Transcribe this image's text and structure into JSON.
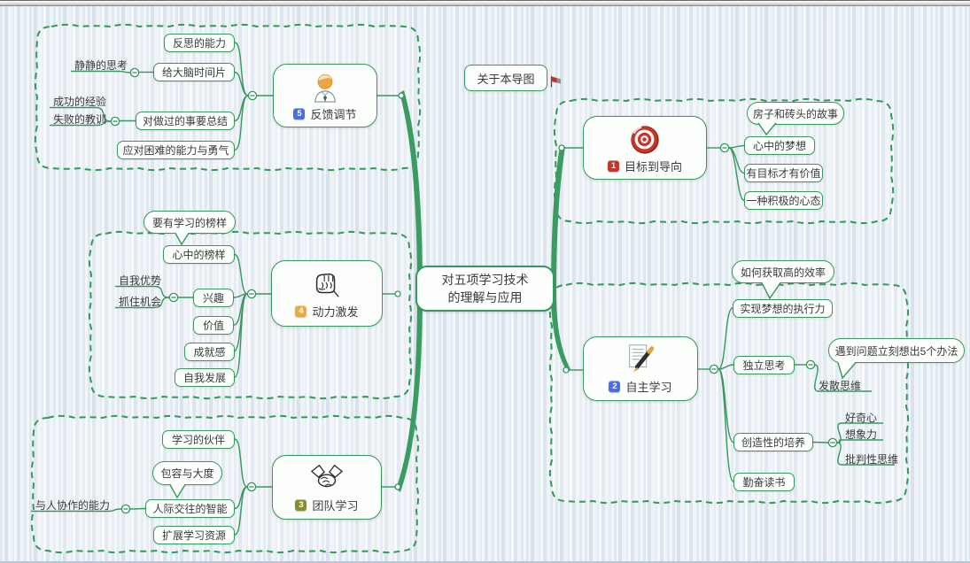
{
  "colors": {
    "connector_green": "#36985C",
    "boundary_green": "#2F9B58",
    "badge_red": "#C8342C",
    "badge_blue": "#4A6DE0",
    "badge_olive": "#8B8B30",
    "badge_yellow": "#F2A93B"
  },
  "central_topic": {
    "line1": "对五项学习技术",
    "line2": "的理解与应用"
  },
  "floating_topic": {
    "label": "关于本导图"
  },
  "branches": {
    "goal": {
      "badge": "1",
      "label": "目标到导向",
      "callout": "房子和砖头的故事",
      "children": {
        "dream": "心中的梦想",
        "worth": "有目标才有价值",
        "attitude": "一种积极的心态"
      }
    },
    "self_learning": {
      "badge": "2",
      "label": "自主学习",
      "callouts": {
        "efficiency": "如何获取高的效率",
        "five_ways": "遇到问题立刻想出5个办法"
      },
      "children": {
        "execution": "实现梦想的执行力",
        "independent_thinking": "独立思考",
        "divergent_thinking": "发散思维",
        "creativity": "创造性的培养",
        "curiosity": "好奇心",
        "imagination": "想象力",
        "critical_thinking": "批判性思维",
        "diligent_reading": "勤奋读书"
      }
    },
    "team": {
      "badge": "3",
      "label": "团队学习",
      "callout": "包容与大度",
      "children": {
        "partners": "学习的伙伴",
        "interpersonal": "人际交往的智能",
        "cooperation": "与人协作的能力",
        "resources": "扩展学习资源"
      }
    },
    "motivation": {
      "badge": "4",
      "label": "动力激发",
      "callout": "要有学习的榜样",
      "children": {
        "role_model": "心中的榜样",
        "interest": "兴趣",
        "self_strength": "自我优势",
        "seize_opportunity": "抓住机会",
        "value": "价值",
        "achievement": "成就感",
        "self_development": "自我发展"
      }
    },
    "feedback": {
      "badge": "5",
      "label": "反馈调节",
      "children": {
        "reflection": "反思的能力",
        "brain_time": "给大脑时间片",
        "quiet_thinking": "静静的思考",
        "summarize": "对做过的事要总结",
        "success_experience": "成功的经验",
        "failure_lessons": "失败的教训",
        "courage": "应对困难的能力与勇气"
      }
    }
  }
}
